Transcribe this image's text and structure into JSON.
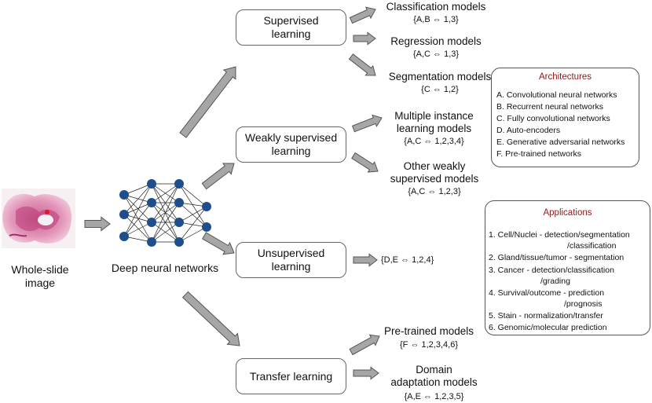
{
  "input": {
    "label_line1": "Whole-slide",
    "label_line2": "image"
  },
  "network": {
    "label": "Deep neural networks"
  },
  "categories": [
    {
      "label_line1": "Supervised",
      "label_line2": "learning"
    },
    {
      "label_line1": "Weakly supervised",
      "label_line2": "learning"
    },
    {
      "label_line1": "Unsupervised",
      "label_line2": "learning"
    },
    {
      "label_line1": "Transfer learning",
      "label_line2": ""
    }
  ],
  "models": {
    "classification": {
      "line1": "Classification models",
      "code": "{A,B ⇔ 1,3}"
    },
    "regression": {
      "line1": "Regression models",
      "code": "{A,C ⇔ 1,3}"
    },
    "segmentation": {
      "line1": "Segmentation models",
      "code": "{C ⇔ 1,2}"
    },
    "mil": {
      "line1": "Multiple instance",
      "line2": "learning models",
      "code": "{A,C ⇔ 1,2,3,4}"
    },
    "other_weak": {
      "line1": "Other weakly",
      "line2": "supervised models",
      "code": "{A,C ⇔ 1,2,3}"
    },
    "unsupervised": {
      "code": "{D,E ⇔ 1,2,4}"
    },
    "pretrained": {
      "line1": "Pre-trained models",
      "code": "{F ⇔ 1,2,3,4,6}"
    },
    "domain": {
      "line1": "Domain",
      "line2": "adaptation models",
      "code": "{A,E ⇔ 1,2,3,5}"
    }
  },
  "architectures": {
    "title": "Architectures",
    "items": [
      "A. Convolutional neural networks",
      "B. Recurrent neural networks",
      "C. Fully convolutional networks",
      "D. Auto-encoders",
      "E. Generative adversarial networks",
      "F. Pre-trained networks"
    ]
  },
  "applications": {
    "title": "Applications",
    "items": [
      "1. Cell/Nuclei - detection/segmentation",
      "/classification",
      "2. Gland/tissue/tumor - segmentation",
      "3. Cancer - detection/classification",
      "/grading",
      "4. Survival/outcome - prediction",
      "/prognosis",
      "5. Stain - normalization/transfer",
      "6. Genomic/molecular prediction"
    ]
  },
  "colors": {
    "arrow_fill": "#a6a6a6",
    "arrow_stroke": "#555555",
    "node": "#1f4e8c",
    "panel_title": "#8b1a1a"
  }
}
